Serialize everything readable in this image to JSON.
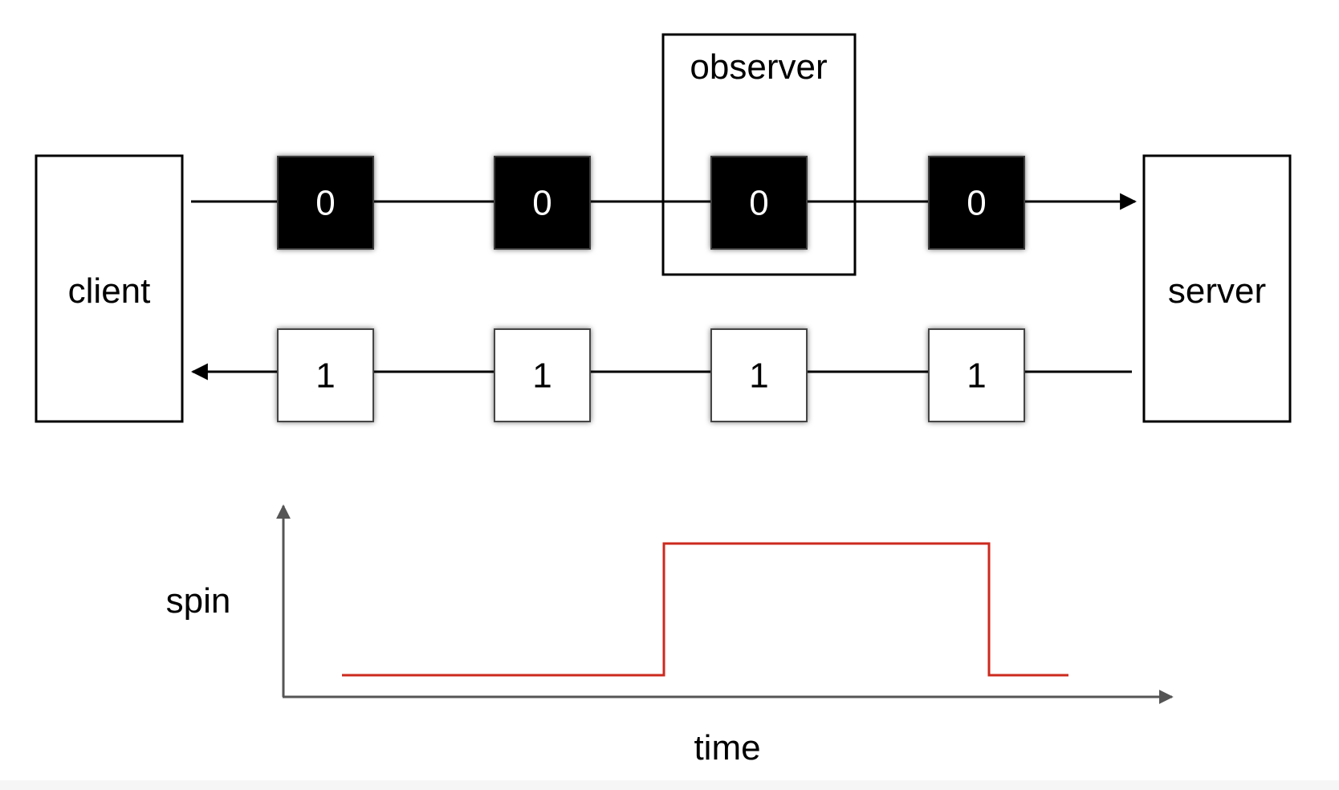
{
  "endpoints": {
    "client": "client",
    "server": "server",
    "observer": "observer"
  },
  "packets": {
    "forward": [
      "0",
      "0",
      "0",
      "0"
    ],
    "backward": [
      "1",
      "1",
      "1",
      "1"
    ]
  },
  "axes": {
    "y_label": "spin",
    "x_label": "time"
  },
  "colors": {
    "forward_packet_fill": "#000000",
    "backward_packet_fill": "#ffffff",
    "signal_line": "#cc2a1e",
    "axis": "#555555"
  }
}
